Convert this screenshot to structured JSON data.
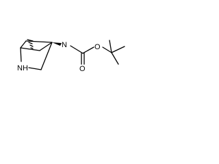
{
  "molecule": {
    "atoms": {
      "amine_n": "N",
      "ring_nh": "NH",
      "carbonyl_o": "O",
      "ester_o": "O"
    },
    "stereo": {
      "bridge_bond": "hash-wedge",
      "substituent_bond": "solid-wedge"
    },
    "colors": {
      "ink": "#000000",
      "background": "#ffffff"
    }
  }
}
